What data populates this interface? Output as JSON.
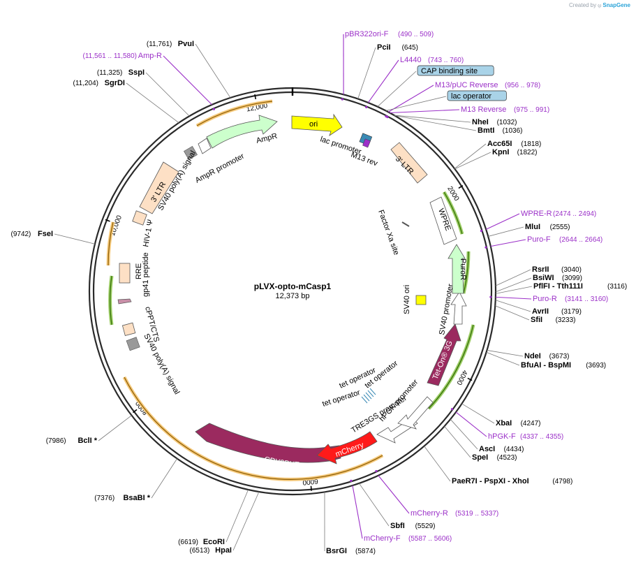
{
  "watermark": {
    "prefix": "Created by",
    "brand": "SnapGene"
  },
  "plasmid": {
    "name": "pLVX-opto-mCasp1",
    "length_label": "12,373 bp",
    "length": 12373
  },
  "ticks": [
    {
      "bp": 0,
      "label": ""
    },
    {
      "bp": 2000,
      "label": "2000"
    },
    {
      "bp": 4000,
      "label": "4000"
    },
    {
      "bp": 6000,
      "label": "6000"
    },
    {
      "bp": 8000,
      "label": "8000"
    },
    {
      "bp": 10000,
      "label": "10,000"
    },
    {
      "bp": 12000,
      "label": "12,000"
    }
  ],
  "sites": [
    {
      "name": "PvuI",
      "pos": "(11,761)",
      "kind": "enzyme",
      "bp": 11761
    },
    {
      "name": "Amp-R",
      "pos": "(11,561 .. 11,580)",
      "kind": "primer",
      "bp": 11570
    },
    {
      "name": "SspI",
      "pos": "(11,325)",
      "kind": "enzyme",
      "bp": 11325
    },
    {
      "name": "SgrDI",
      "pos": "(11,204)",
      "kind": "enzyme",
      "bp": 11204
    },
    {
      "name": "pBR322ori-F",
      "pos": "(490 .. 509)",
      "kind": "primer",
      "bp": 500
    },
    {
      "name": "PciI",
      "pos": "(645)",
      "kind": "enzyme",
      "bp": 645
    },
    {
      "name": "L4440",
      "pos": "(743 .. 760)",
      "kind": "primer",
      "bp": 751
    },
    {
      "name": "CAP binding site",
      "pos": "",
      "kind": "box",
      "bp": 850
    },
    {
      "name": "M13/pUC Reverse",
      "pos": "(956 .. 978)",
      "kind": "primer",
      "bp": 967
    },
    {
      "name": "lac operator",
      "pos": "",
      "kind": "box",
      "bp": 940
    },
    {
      "name": "M13 Reverse",
      "pos": "(975 .. 991)",
      "kind": "primer",
      "bp": 983
    },
    {
      "name": "NheI",
      "pos": "(1032)",
      "kind": "enzyme",
      "bp": 1032
    },
    {
      "name": "BmtI",
      "pos": "(1036)",
      "kind": "enzyme",
      "bp": 1036
    },
    {
      "name": "Acc65I",
      "pos": "(1818)",
      "kind": "enzyme",
      "bp": 1818
    },
    {
      "name": "KpnI",
      "pos": "(1822)",
      "kind": "enzyme",
      "bp": 1822
    },
    {
      "name": "WPRE-R",
      "pos": "(2474 .. 2494)",
      "kind": "primer",
      "bp": 2484
    },
    {
      "name": "MluI",
      "pos": "(2555)",
      "kind": "enzyme",
      "bp": 2555
    },
    {
      "name": "Puro-F",
      "pos": "(2644 .. 2664)",
      "kind": "primer",
      "bp": 2654
    },
    {
      "name": "RsrII",
      "pos": "(3040)",
      "kind": "enzyme",
      "bp": 3040
    },
    {
      "name": "BsiWI",
      "pos": "(3099)",
      "kind": "enzyme",
      "bp": 3099
    },
    {
      "name": "PflFI - Tth111I",
      "pos": "(3116)",
      "kind": "enzyme",
      "bp": 3116
    },
    {
      "name": "Puro-R",
      "pos": "(3141 .. 3160)",
      "kind": "primer",
      "bp": 3150
    },
    {
      "name": "AvrII",
      "pos": "(3179)",
      "kind": "enzyme",
      "bp": 3179
    },
    {
      "name": "SfiI",
      "pos": "(3233)",
      "kind": "enzyme",
      "bp": 3233
    },
    {
      "name": "NdeI",
      "pos": "(3673)",
      "kind": "enzyme",
      "bp": 3673
    },
    {
      "name": "BfuAI - BspMI",
      "pos": "(3693)",
      "kind": "enzyme",
      "bp": 3693
    },
    {
      "name": "XbaI",
      "pos": "(4247)",
      "kind": "enzyme",
      "bp": 4247
    },
    {
      "name": "hPGK-F",
      "pos": "(4337 .. 4355)",
      "kind": "primer",
      "bp": 4346
    },
    {
      "name": "AscI",
      "pos": "(4434)",
      "kind": "enzyme",
      "bp": 4434
    },
    {
      "name": "SpeI",
      "pos": "(4523)",
      "kind": "enzyme",
      "bp": 4523
    },
    {
      "name": "PaeR7I - PspXI - XhoI",
      "pos": "(4798)",
      "kind": "enzyme",
      "bp": 4798
    },
    {
      "name": "mCherry-R",
      "pos": "(5319 .. 5337)",
      "kind": "primer",
      "bp": 5328
    },
    {
      "name": "SbfI",
      "pos": "(5529)",
      "kind": "enzyme",
      "bp": 5529
    },
    {
      "name": "mCherry-F",
      "pos": "(5587 .. 5606)",
      "kind": "primer",
      "bp": 5596
    },
    {
      "name": "BsrGI",
      "pos": "(5874)",
      "kind": "enzyme",
      "bp": 5874
    },
    {
      "name": "HpaI",
      "pos": "(6513)",
      "kind": "enzyme",
      "bp": 6513
    },
    {
      "name": "EcoRI",
      "pos": "(6619)",
      "kind": "enzyme",
      "bp": 6619
    },
    {
      "name": "BsaBI *",
      "pos": "(7376)",
      "kind": "enzyme",
      "bp": 7376
    },
    {
      "name": "BclI *",
      "pos": "(7986)",
      "kind": "enzyme",
      "bp": 7986
    },
    {
      "name": "FseI",
      "pos": "(9742)",
      "kind": "enzyme",
      "bp": 9742
    }
  ],
  "features": {
    "ori": "ori",
    "ampr": "AmpR",
    "ampr_promoter": "AmpR promoter",
    "sv40_polya_top": "SV40 poly(A) signal",
    "ltr3_left": "3' LTR",
    "hiv_psi": "HIV-1 Ψ",
    "rre": "RRE",
    "gp41": "gp41 peptide",
    "cppt": "cPPT/CTS",
    "sv40_polya_left": "SV40 poly(A) signal",
    "cry2phr": "CRY2PHR",
    "mcherry": "mCherry",
    "tre3gs": "TRE3GS promoter",
    "hpgk": "hPGK promoter",
    "tet_op1": "tet operator",
    "tet_op2": "tet operator",
    "tet_op3": "tet operator",
    "teton": "Tet-On® 3G",
    "sv40_promoter": "SV40 promoter",
    "sv40_ori": "SV40 ori",
    "puror": "PuroR",
    "wpre": "WPRE",
    "factor_xa": "Factor Xa site",
    "ltr3_right": "3' LTR",
    "lac_promoter": "lac promoter",
    "m13_rev": "M13 rev"
  },
  "colors": {
    "backbone": "#2a2a2a",
    "enzyme_line": "#7a7a7a",
    "primer": "#9b30c8",
    "ori": "#ffff00",
    "ampr": "#ccffcc",
    "ltr": "#fde0c5",
    "cry2phr": "#9b2a5f",
    "mcherry": "#ff1a1a",
    "teton": "#9b2a5f",
    "box_blue": "#a9d3e8",
    "orf_orange": "#f5c97b",
    "orf_green": "#9ccc65",
    "gray": "#999999"
  }
}
